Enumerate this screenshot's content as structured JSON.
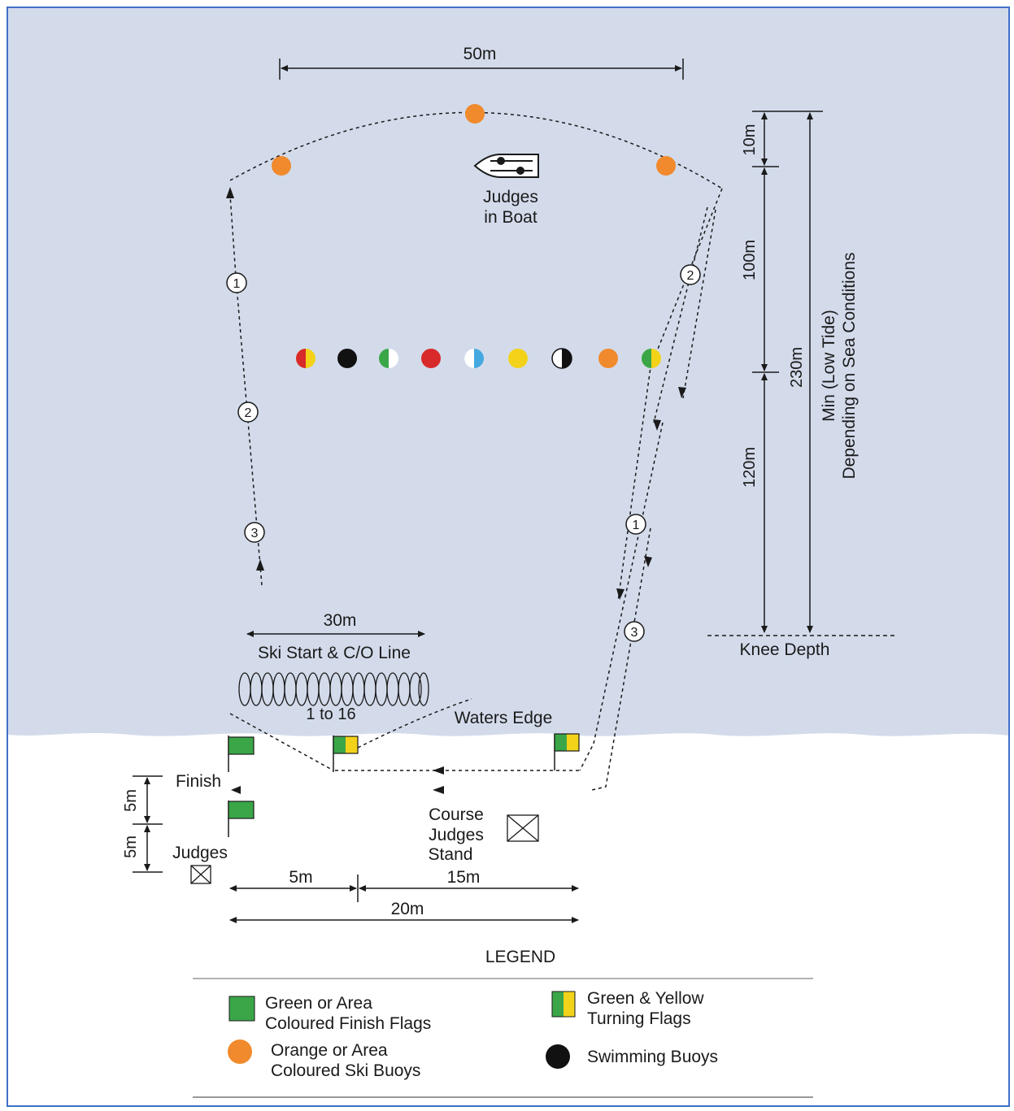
{
  "dimensions": {
    "top_width": "50m",
    "depth_10": "10m",
    "depth_100": "100m",
    "depth_120": "120m",
    "depth_total": "230m",
    "min_low_tide_line1": "Min (Low Tide)",
    "min_low_tide_line2": "Depending on Sea Conditions",
    "start_width": "30m",
    "finish_5a": "5m",
    "finish_5b": "5m",
    "base_5": "5m",
    "base_15": "15m",
    "base_20": "20m"
  },
  "labels": {
    "judges_boat_line1": "Judges",
    "judges_boat_line2": "in Boat",
    "ski_start": "Ski Start & C/O Line",
    "one_to_sixteen": "1 to 16",
    "waters_edge": "Waters Edge",
    "knee_depth": "Knee Depth",
    "finish": "Finish",
    "judges": "Judges",
    "course_judges_1": "Course",
    "course_judges_2": "Judges",
    "course_judges_3": "Stand"
  },
  "markers": {
    "left_1": "1",
    "left_2": "2",
    "left_3": "3",
    "right_2": "2",
    "right_1": "1",
    "right_3": "3"
  },
  "legend": {
    "title": "LEGEND",
    "finish_flags_line1": "Green or Area",
    "finish_flags_line2": "Coloured Finish Flags",
    "ski_buoys_line1": "Orange or Area",
    "ski_buoys_line2": "Coloured Ski Buoys",
    "turning_flags_line1": "Green & Yellow",
    "turning_flags_line2": "Turning Flags",
    "swimming_buoys": "Swimming Buoys"
  },
  "colors": {
    "water": "#d3dbeb",
    "sand": "#ffffff",
    "frame": "#3f6fc8",
    "orange": "#f08a2c",
    "green": "#3aa648",
    "yellow": "#f3d21a",
    "red": "#d82a2a",
    "blue": "#45a9e0",
    "black": "#111111"
  }
}
